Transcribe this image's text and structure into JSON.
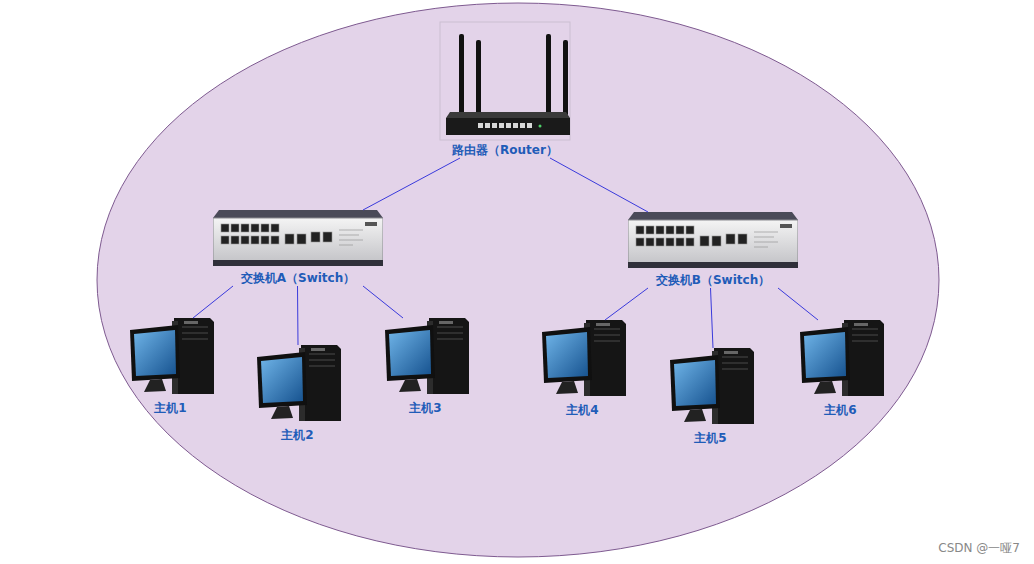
{
  "diagram": {
    "nodes": [
      {
        "text": [
          "路由器（Router）"
        ]
      },
      {
        "text": [
          "交换机A（Switch）"
        ]
      },
      {
        "text": [
          "交换机B（Switch）"
        ]
      },
      {
        "text": [
          "主机1"
        ]
      },
      {
        "text": [
          "主机2"
        ]
      },
      {
        "text": [
          "主机3"
        ]
      },
      {
        "text": [
          "主机4"
        ]
      },
      {
        "text": [
          "主机5"
        ]
      },
      {
        "text": [
          "主机6"
        ]
      }
    ],
    "edges": [
      {
        "from": 0,
        "to": 1,
        "arrow": "none"
      },
      {
        "from": 0,
        "to": 2,
        "arrow": "none"
      },
      {
        "from": 1,
        "to": 3,
        "arrow": "none"
      },
      {
        "from": 1,
        "to": 4,
        "arrow": "none"
      },
      {
        "from": 1,
        "to": 5,
        "arrow": "none"
      },
      {
        "from": 2,
        "to": 6,
        "arrow": "none"
      },
      {
        "from": 2,
        "to": 7,
        "arrow": "none"
      },
      {
        "from": 2,
        "to": 8,
        "arrow": "none"
      }
    ],
    "labels": [
      "CSDN @一哑7"
    ]
  }
}
